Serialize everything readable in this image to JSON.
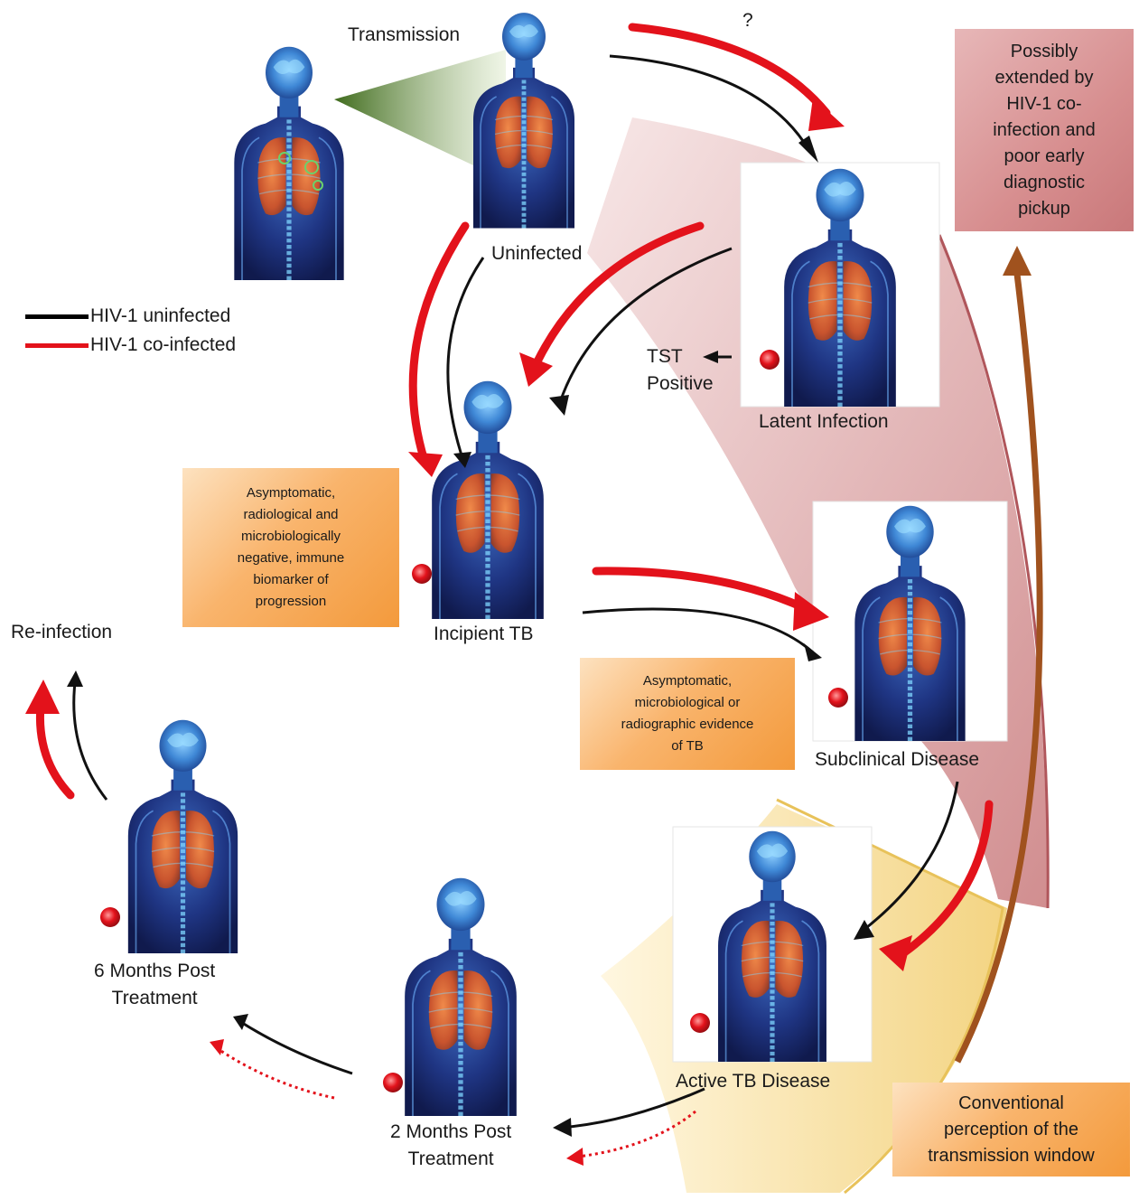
{
  "labels": {
    "transmission": "Transmission",
    "question": "?",
    "uninfected": "Uninfected",
    "latent": "Latent Infection",
    "tst_line1": "TST",
    "tst_line2": "Positive",
    "incipient": "Incipient TB",
    "subclinical": "Subclinical Disease",
    "active": "Active TB Disease",
    "reinfection": "Re-infection",
    "six_months_line1": "6 Months Post",
    "six_months_line2": "Treatment",
    "two_months_line1": "2 Months Post",
    "two_months_line2": "Treatment"
  },
  "legend": {
    "uninfected": "HIV-1 uninfected",
    "coinfected": "HIV-1 co-infected",
    "uninfected_color": "#000000",
    "coinfected_color": "#e3121b"
  },
  "boxes": {
    "incipient_desc": [
      "Asymptomatic,",
      "radiological and",
      "microbiologically",
      "negative, immune",
      "biomarker of",
      "progression"
    ],
    "subclinical_desc": [
      "Asymptomatic,",
      "microbiological or",
      "radiographic evidence",
      "of TB"
    ],
    "extended": [
      "Possibly",
      "extended by",
      "HIV-1 co-",
      "infection and",
      "poor early",
      "diagnostic",
      "pickup"
    ],
    "conventional": [
      "Conventional",
      "perception of the",
      "transmission window"
    ]
  },
  "colors": {
    "black_arrow": "#111111",
    "red_arrow": "#e3121b",
    "brown_arrow": "#a0521e",
    "pink_band": "#c9787a",
    "yellow_band": "#f3d47a",
    "body_dark": "#1a2a6c",
    "body_light": "#4a8fd4",
    "lungs": "#d4683a",
    "marker": "#e3121b"
  }
}
